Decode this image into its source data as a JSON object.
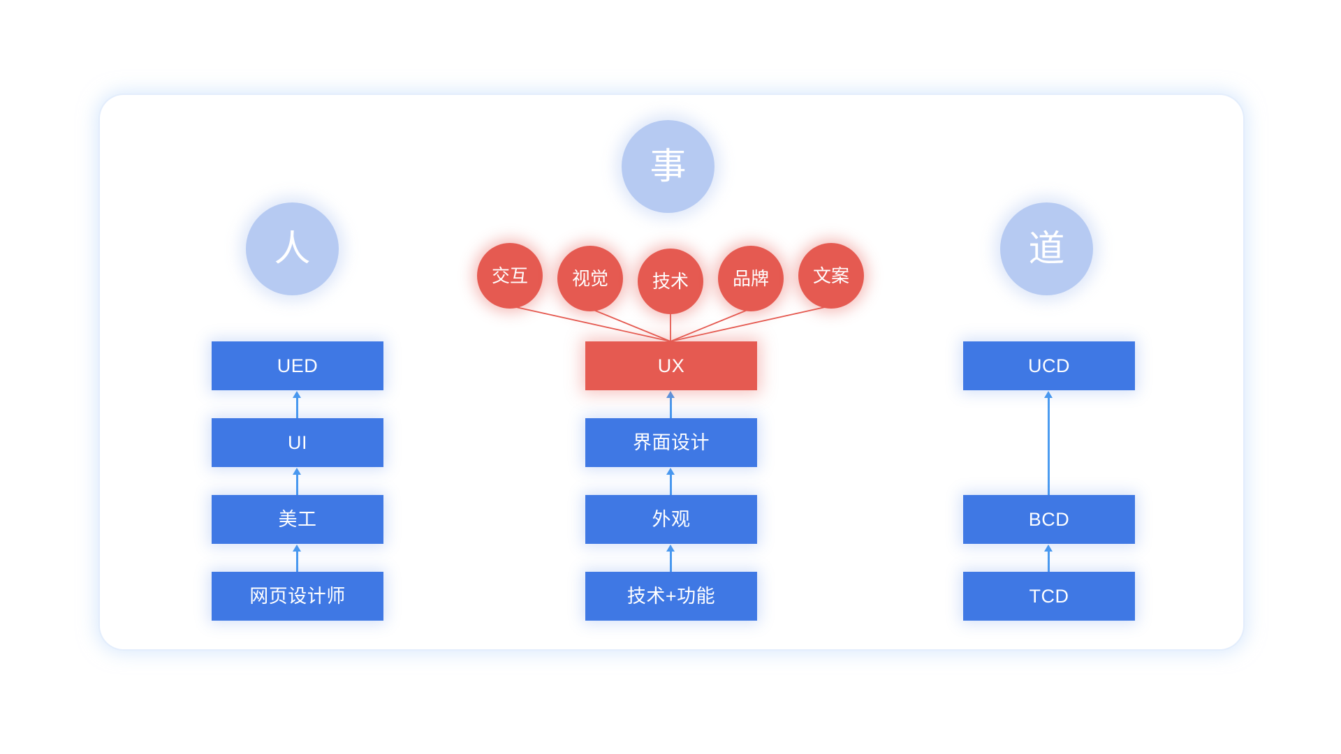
{
  "diagram": {
    "title_circles": [
      {
        "id": "ren",
        "label": "人"
      },
      {
        "id": "shi",
        "label": "事"
      },
      {
        "id": "dao",
        "label": "道"
      }
    ],
    "skill_circles": [
      {
        "id": "interaction",
        "label": "交互"
      },
      {
        "id": "visual",
        "label": "视觉"
      },
      {
        "id": "technology",
        "label": "技术"
      },
      {
        "id": "brand",
        "label": "品牌"
      },
      {
        "id": "copywriting",
        "label": "文案"
      }
    ],
    "columns": [
      {
        "id": "left",
        "heading_circle": "人",
        "nodes": [
          {
            "id": "ued",
            "label": "UED",
            "accent": "blue"
          },
          {
            "id": "ui",
            "label": "UI",
            "accent": "blue"
          },
          {
            "id": "meigong",
            "label": "美工",
            "accent": "blue"
          },
          {
            "id": "webdesign",
            "label": "网页设计师",
            "accent": "blue"
          }
        ]
      },
      {
        "id": "middle",
        "heading_circle": "事",
        "nodes": [
          {
            "id": "ux",
            "label": "UX",
            "accent": "red"
          },
          {
            "id": "uidesign",
            "label": "界面设计",
            "accent": "blue"
          },
          {
            "id": "appearance",
            "label": "外观",
            "accent": "blue"
          },
          {
            "id": "techfunc",
            "label": "技术+功能",
            "accent": "blue"
          }
        ]
      },
      {
        "id": "right",
        "heading_circle": "道",
        "nodes": [
          {
            "id": "ucd",
            "label": "UCD",
            "accent": "blue"
          },
          {
            "id": "bcd",
            "label": "BCD",
            "accent": "blue"
          },
          {
            "id": "tcd",
            "label": "TCD",
            "accent": "blue"
          }
        ]
      }
    ],
    "colors": {
      "blue_box": "#3f78e4",
      "red_box": "#e55a51",
      "pale_circle": "#b6caf2",
      "arrow": "#4a9bf0",
      "fan_line": "#e55a51",
      "card_border": "#e3edfc",
      "background": "#ffffff"
    }
  }
}
